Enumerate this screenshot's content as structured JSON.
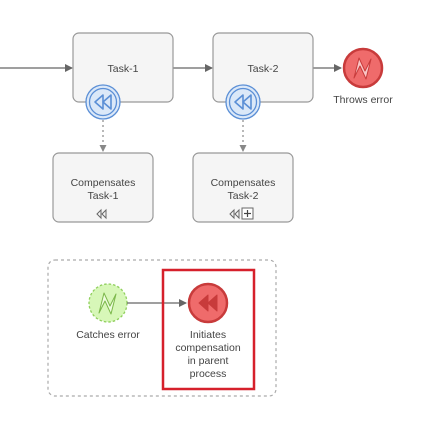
{
  "tasks": {
    "task1": {
      "label": "Task-1"
    },
    "task2": {
      "label": "Task-2"
    }
  },
  "compensation_tasks": {
    "comp1": {
      "line1": "Compensates",
      "line2": "Task-1"
    },
    "comp2": {
      "line1": "Compensates",
      "line2": "Task-2"
    }
  },
  "events": {
    "throws_error": {
      "label": "Throws error"
    },
    "catches_error": {
      "label": "Catches error"
    },
    "initiates_compensation": {
      "lines": [
        "Initiates",
        "compensation",
        "in parent",
        "process"
      ]
    }
  },
  "colors": {
    "highlight": "#d6202b",
    "error_red": "#ee5d5d",
    "catch_green": "#d7f7b8",
    "compensation_blue": "#5b8fd6"
  }
}
